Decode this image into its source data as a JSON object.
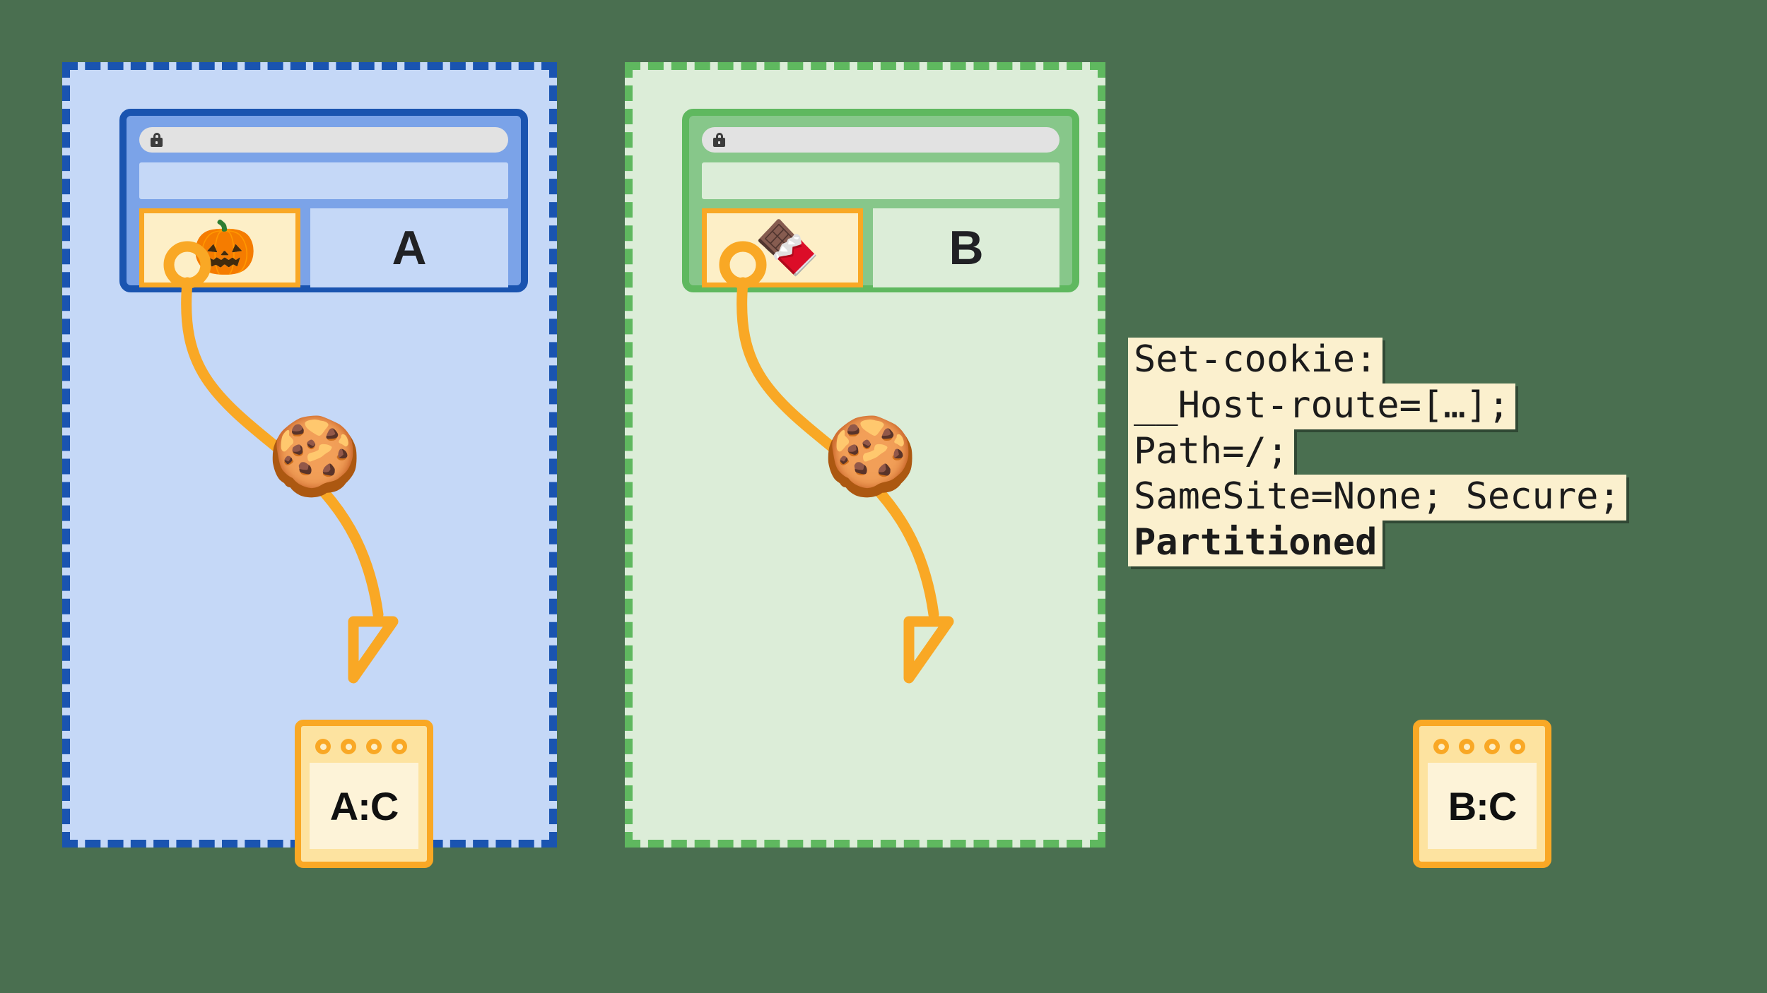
{
  "background_color": "#4a6f50",
  "partitions": [
    {
      "id": "partition-a",
      "site_letter": "A",
      "ad_emoji": "🎃",
      "ad_emoji_name": "jack-o-lantern-icon",
      "cookie_emoji": "🍪",
      "cookie_emoji_name": "cookie-icon",
      "storage_label": "A:C",
      "lock_icon_name": "lock-icon",
      "border_color": "#1a54b0",
      "fill_color": "#c5d8f7",
      "browser_chrome_color": "#7ba3e8",
      "address_bar_color": "#e2e2e2",
      "accent_color": "#f9a825"
    },
    {
      "id": "partition-b",
      "site_letter": "B",
      "ad_emoji": "🍫",
      "ad_emoji_name": "chocolate-bar-icon",
      "cookie_emoji": "🍪",
      "cookie_emoji_name": "cookie-icon",
      "storage_label": "B:C",
      "lock_icon_name": "lock-icon",
      "border_color": "#5fb85f",
      "fill_color": "#dcedd8",
      "browser_chrome_color": "#87c78a",
      "address_bar_color": "#e2e2e2",
      "accent_color": "#f9a825"
    }
  ],
  "code_snippet": {
    "background_color": "#fbf0ce",
    "text_color": "#1b1b1b",
    "lines": [
      {
        "text": "Set-cookie:",
        "bold": false
      },
      {
        "text": "__Host-route=[…];",
        "bold": false
      },
      {
        "text": "Path=/;",
        "bold": false
      },
      {
        "text": "SameSite=None; Secure;",
        "bold": false
      },
      {
        "text": "Partitioned",
        "bold": true
      }
    ]
  }
}
